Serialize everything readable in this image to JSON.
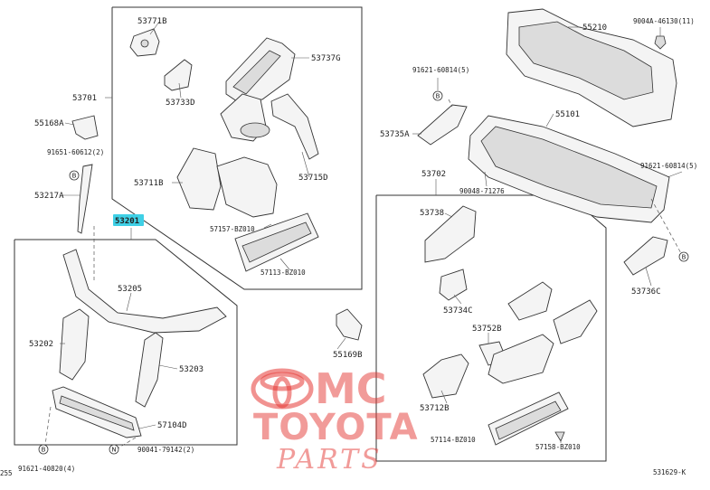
{
  "diagram": {
    "figure_code": "531629-K",
    "corner_mark": "255",
    "circle_mark_b": "B",
    "circle_mark_n": "N",
    "highlight_color": "#3fd0e6",
    "labels": {
      "p53771b": "53771B",
      "p53737g": "53737G",
      "p53733d": "53733D",
      "p53701": "53701",
      "p55168a": "55168A",
      "b91651": "91651-60612(2)",
      "p53217a": "53217A",
      "p53711b": "53711B",
      "p53715d": "53715D",
      "p57157": "57157-BZ010",
      "p57113": "57113-BZ010",
      "p53201": "53201",
      "p53205": "53205",
      "p53202": "53202",
      "p53203": "53203",
      "p57104d": "57104D",
      "b91621_40820": "91621-40820(4)",
      "n90041": "90041-79142(2)",
      "p55169b": "55169B",
      "p55210": "55210",
      "p9004a": "9004A-46130(11)",
      "b91621_60814_top": "91621-60814(5)",
      "p53735a": "53735A",
      "p55101": "55101",
      "b91621_60814_right": "91621-60814(5)",
      "p90048": "90048-71276",
      "p53702": "53702",
      "p53738": "53738",
      "p53734c": "53734C",
      "p53752b": "53752B",
      "p53712b": "53712B",
      "p53736c": "53736C",
      "p57114": "57114-BZ010",
      "p57158": "57158-BZ010"
    }
  },
  "watermark": {
    "line1": "MC",
    "line2": "TOYOTA",
    "line3": "PARTS",
    "color": "#e53935"
  }
}
